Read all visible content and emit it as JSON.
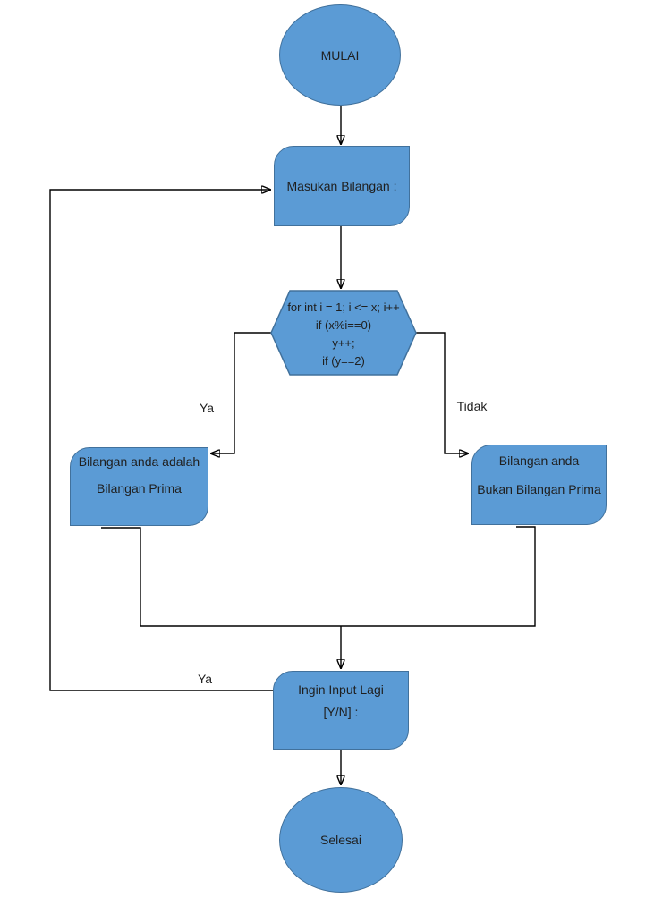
{
  "diagram": {
    "nodes": {
      "start": {
        "label": "MULAI"
      },
      "input": {
        "label": "Masukan Bilangan :"
      },
      "process": {
        "lines": [
          "for int i = 1; i <= x; i++",
          "if (x%i==0)",
          "y++;",
          "if (y==2)"
        ]
      },
      "prime": {
        "lines": [
          "Bilangan anda adalah",
          "Bilangan Prima"
        ]
      },
      "not_prime": {
        "lines": [
          "Bilangan anda",
          "Bukan Bilangan Prima"
        ]
      },
      "loop_prompt": {
        "lines": [
          "Ingin Input Lagi",
          "[Y/N] :"
        ]
      },
      "end": {
        "label": "Selesai"
      }
    },
    "edge_labels": {
      "yes_branch": "Ya",
      "no_branch": "Tidak",
      "loop_back": "Ya"
    }
  },
  "colors": {
    "shape_fill": "#5b9bd5",
    "shape_border": "#41719c",
    "line_color": "#000000",
    "text_color": "#1f1f1f",
    "canvas_bg": "#ffffff"
  }
}
